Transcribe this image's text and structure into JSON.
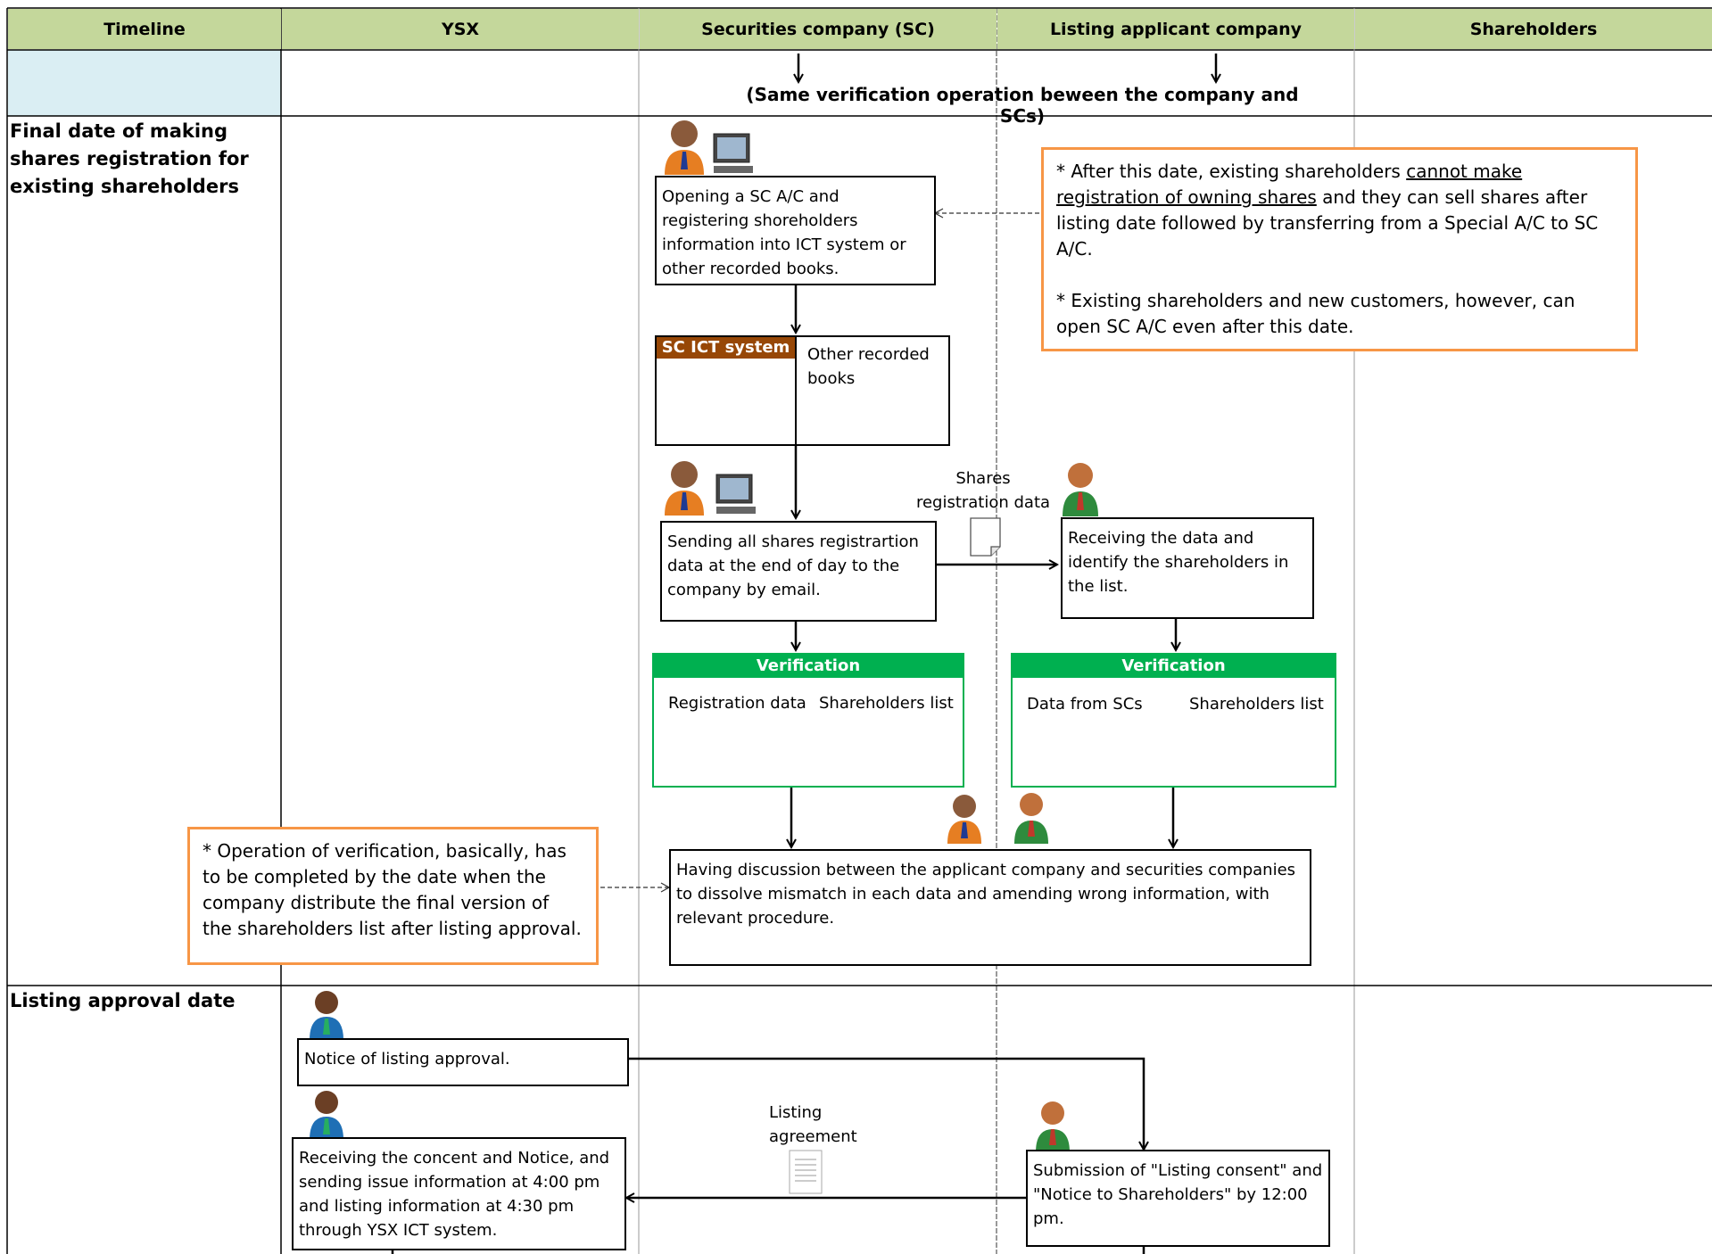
{
  "headers": {
    "timeline": "Timeline",
    "ysx": "YSX",
    "sc": "Securities company (SC)",
    "applicant": "Listing applicant company",
    "shareholders": "Shareholders"
  },
  "top_band_text": "(Same verification operation beween the company and SCs)",
  "timeline": {
    "final_date": "Final date of making shares registration for existing shareholders",
    "approval_date": "Listing approval date"
  },
  "sc_lane": {
    "open_account": "Opening a SC A/C and registering shoreholders information into ICT system or other recorded books.",
    "ict_system_title": "SC ICT system",
    "other_books": "Other recorded books",
    "sending_data": "Sending all shares registrartion data at the end of day to the company by email.",
    "verification_title": "Verification",
    "registration_data": "Registration data",
    "shareholders_list": "Shareholders list"
  },
  "shares_registration_label": "Shares registration data",
  "applicant_lane": {
    "receiving_data": "Receiving the data and identify the shareholders in the list.",
    "verification_title": "Verification",
    "data_from_scs": "Data from SCs",
    "shareholders_list": "Shareholders list",
    "submission": "Submission of \"Listing consent\" and \"Notice to Shareholders\" by 12:00 pm."
  },
  "discussion": "Having discussion between the applicant company and securities companies to dissolve mismatch in each data and amending wrong information, with relevant procedure.",
  "note_top": {
    "line1_prefix": "* After this date, existing shareholders ",
    "line1_underlined": "cannot make registration of owning shares",
    "line1_suffix": " and they can sell  shares after listing date followed by transferring  from a Special A/C to SC A/C.",
    "line2": "* Existing shareholders and new customers, however, can open SC A/C  even after this date."
  },
  "note_left": "* Operation of verification, basically, has to be completed by the date when the company distribute the final version of the shareholders list after listing approval.",
  "ysx_lane": {
    "notice_approval": "Notice of listing approval.",
    "receiving_consent": "Receiving the concent and Notice, and sending issue information at 4:00 pm and listing information at 4:30 pm through YSX ICT system."
  },
  "listing_agreement_label": "Listing agreement",
  "colors": {
    "header_bg": "#c4d79b",
    "timeline_cell": "#daeef3",
    "note_border": "#f79646",
    "verification_green": "#00b050",
    "ict_brown": "#974706"
  }
}
